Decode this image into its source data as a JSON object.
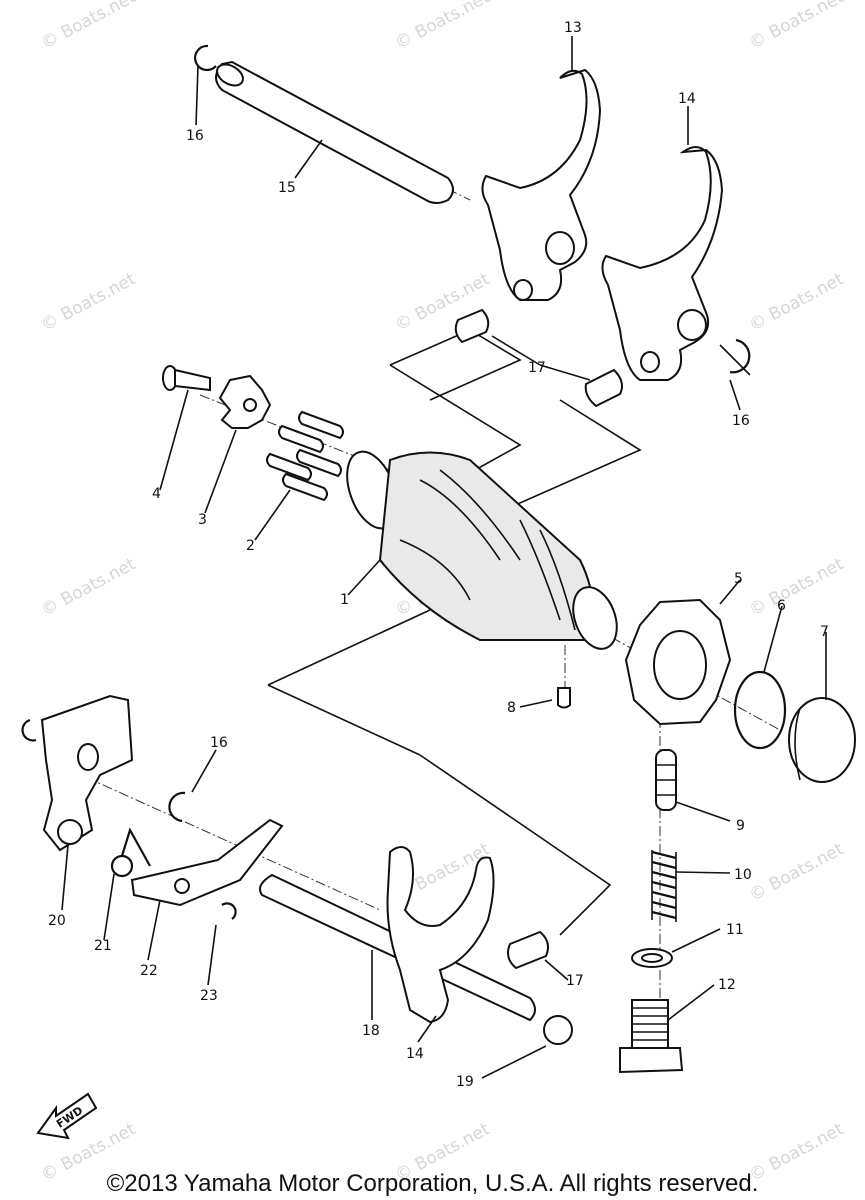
{
  "watermark": "© Boats.net",
  "fwd_label": "FWD",
  "copyright": "©2013 Yamaha Motor Corporation, U.S.A. All rights reserved.",
  "callouts": [
    {
      "id": "c1",
      "text": "1"
    },
    {
      "id": "c2",
      "text": "2"
    },
    {
      "id": "c3",
      "text": "3"
    },
    {
      "id": "c4",
      "text": "4"
    },
    {
      "id": "c5",
      "text": "5"
    },
    {
      "id": "c6",
      "text": "6"
    },
    {
      "id": "c7",
      "text": "7"
    },
    {
      "id": "c8",
      "text": "8"
    },
    {
      "id": "c9",
      "text": "9"
    },
    {
      "id": "c10",
      "text": "10"
    },
    {
      "id": "c11",
      "text": "11"
    },
    {
      "id": "c12",
      "text": "12"
    },
    {
      "id": "c13",
      "text": "13"
    },
    {
      "id": "c14a",
      "text": "14"
    },
    {
      "id": "c14b",
      "text": "14"
    },
    {
      "id": "c15",
      "text": "15"
    },
    {
      "id": "c16a",
      "text": "16"
    },
    {
      "id": "c16b",
      "text": "16"
    },
    {
      "id": "c16c",
      "text": "16"
    },
    {
      "id": "c17a",
      "text": "17"
    },
    {
      "id": "c17b",
      "text": "17"
    },
    {
      "id": "c18",
      "text": "18"
    },
    {
      "id": "c19",
      "text": "19"
    },
    {
      "id": "c20",
      "text": "20"
    },
    {
      "id": "c21",
      "text": "21"
    },
    {
      "id": "c22",
      "text": "22"
    },
    {
      "id": "c23",
      "text": "23"
    }
  ]
}
